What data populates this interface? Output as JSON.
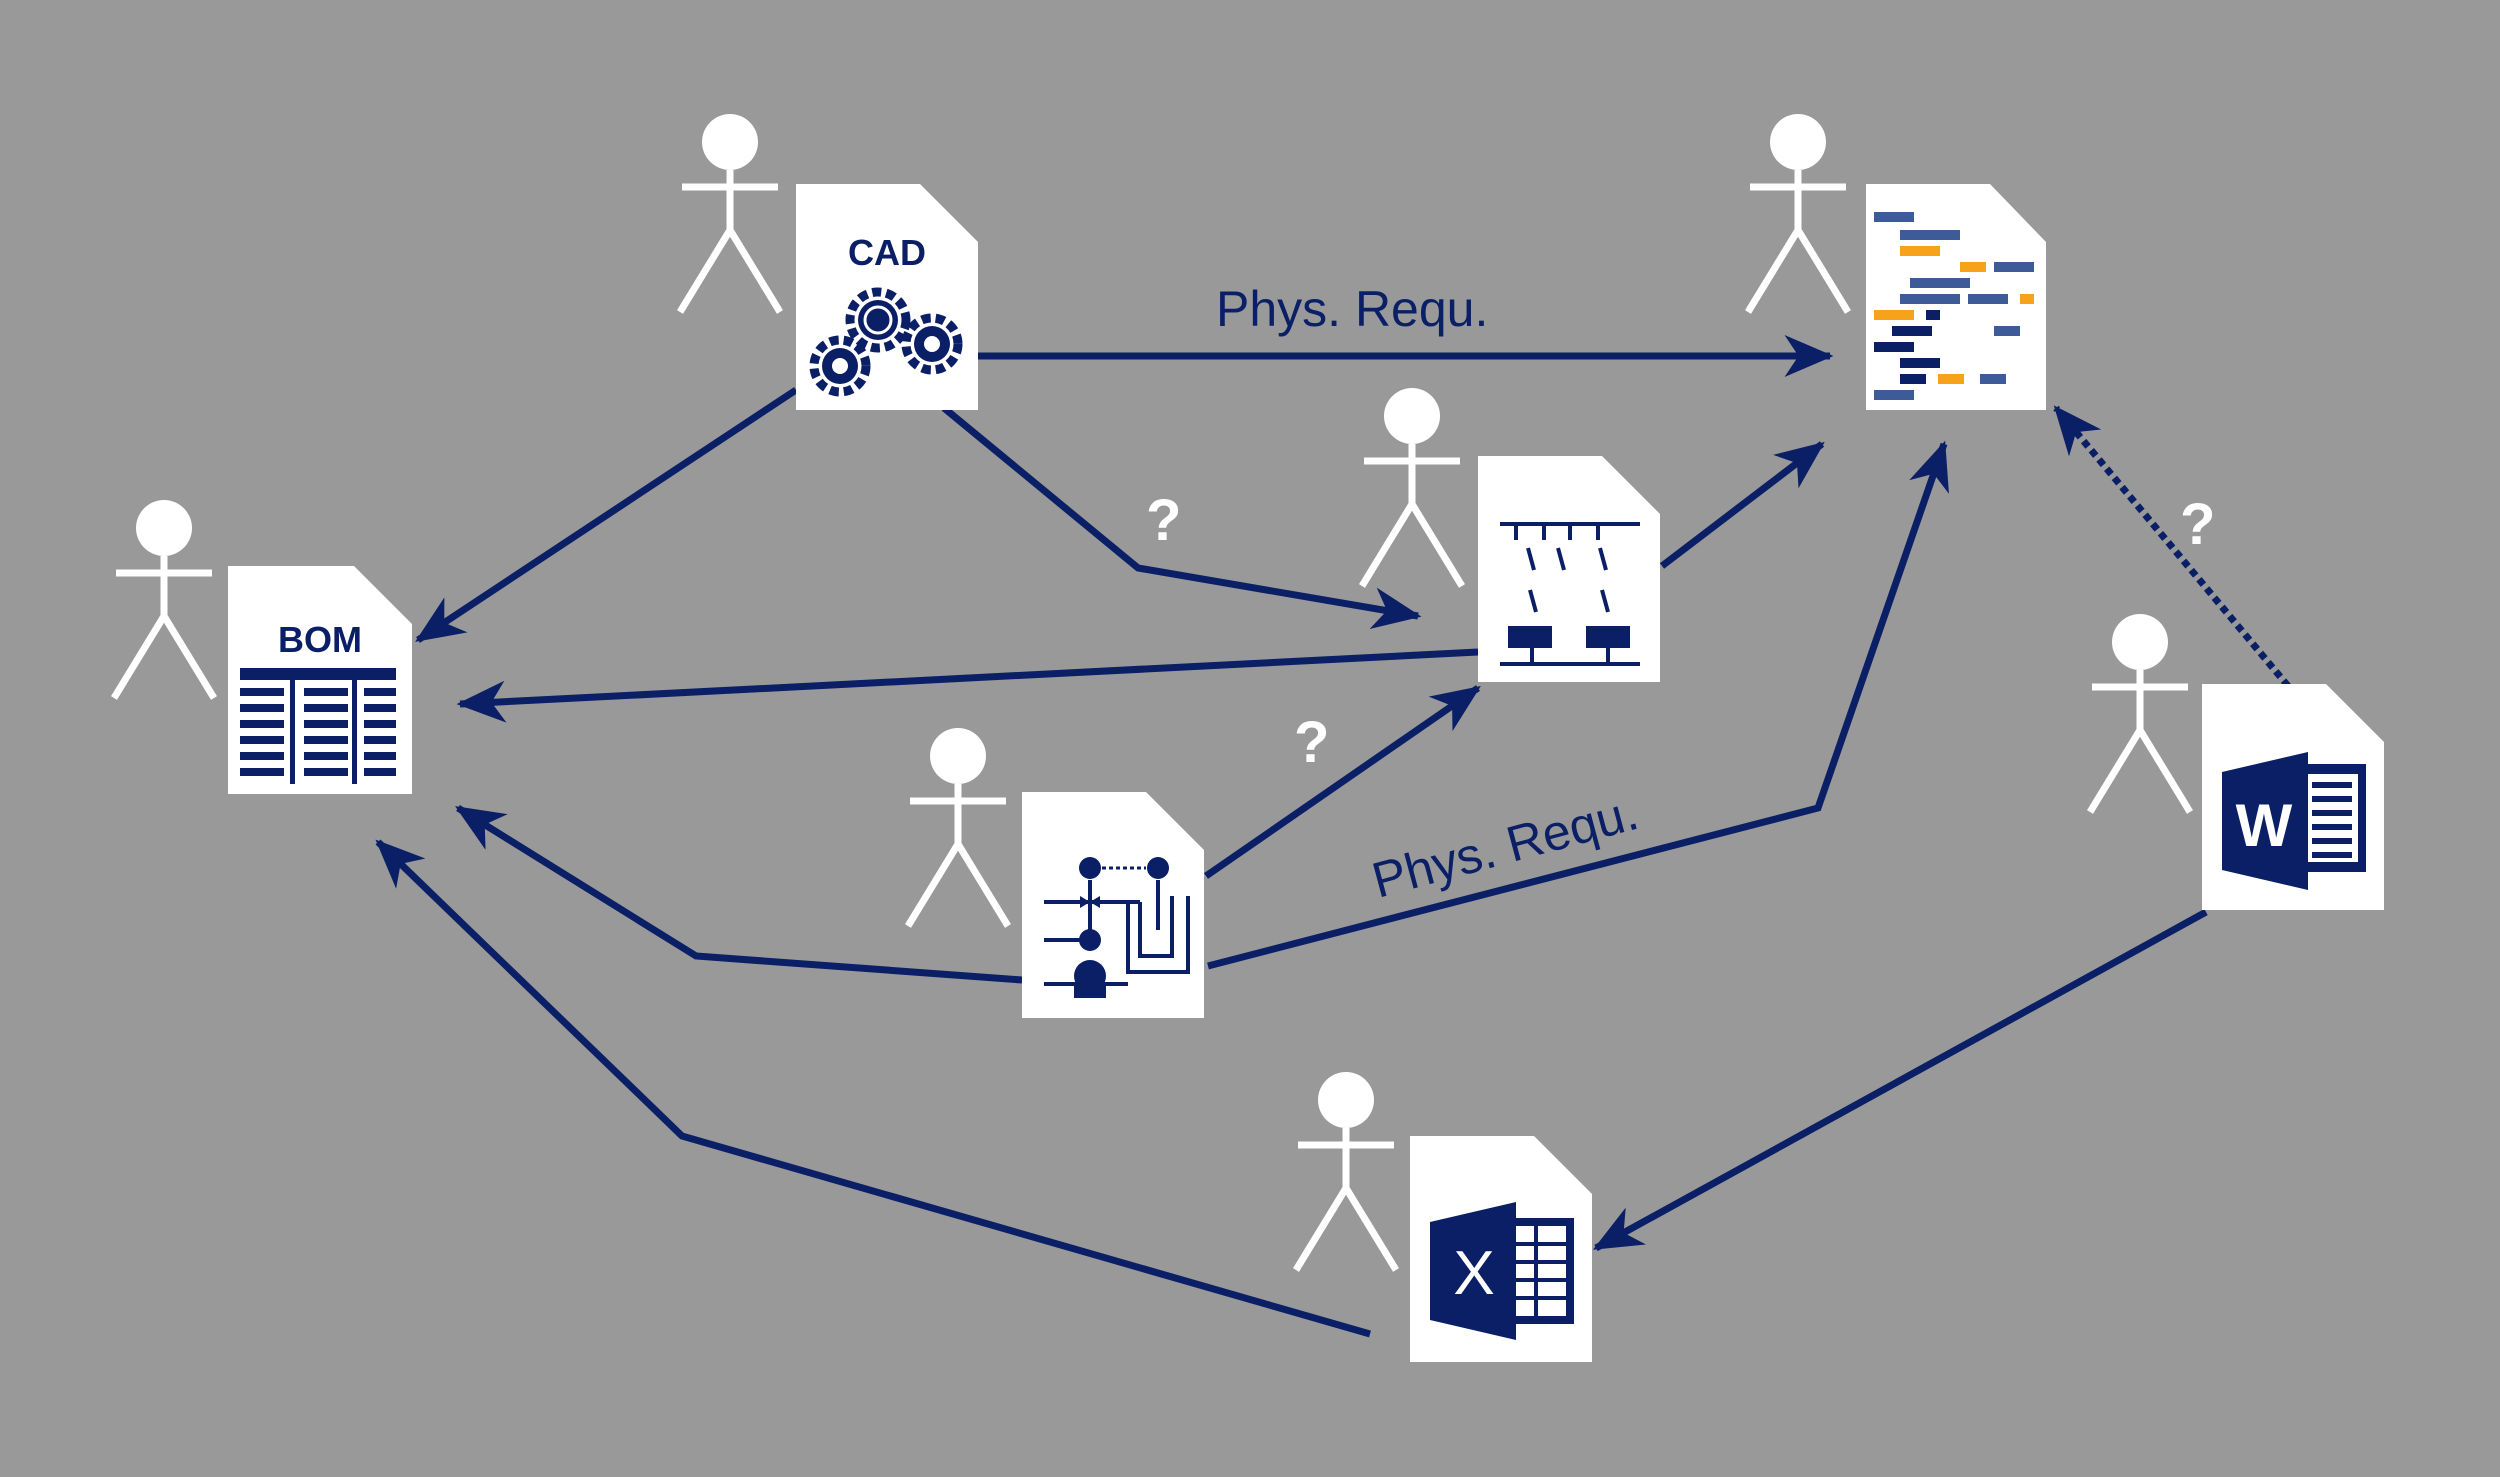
{
  "colors": {
    "background": "#999999",
    "navy": "#0a1f66",
    "doc": "#ffffff",
    "stick": "#ffffff",
    "accent_orange": "#f7a21b",
    "accent_blue": "#3d5a99"
  },
  "documents": {
    "cad": {
      "label": "CAD",
      "icon": "gears-icon"
    },
    "bom": {
      "label": "BOM",
      "icon": "table-icon"
    },
    "requirements": {
      "icon": "code-lines-icon"
    },
    "electrical": {
      "icon": "circuit-schematic-icon"
    },
    "process": {
      "icon": "pid-schematic-icon"
    },
    "word": {
      "icon": "word-icon",
      "letter": "W"
    },
    "excel": {
      "icon": "excel-icon",
      "letter": "X"
    }
  },
  "edge_labels": {
    "cad_to_requirements": "Phys. Requ.",
    "process_to_requirements": "Phys. Requ.",
    "cad_to_electrical": "?",
    "process_to_electrical": "?",
    "word_to_requirements": "?"
  }
}
